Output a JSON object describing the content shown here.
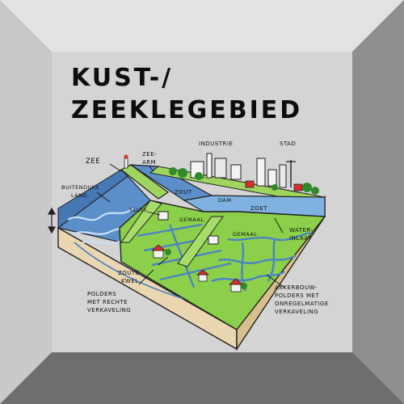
{
  "title": {
    "line1": "KUST-/",
    "line2": "ZEEKLEGEBIED"
  },
  "labels": {
    "zee": "ZEE",
    "zeearm_1": "ZEE-",
    "zeearm_2": "ARM",
    "industrie": "INDUSTRIE",
    "stad": "STAD",
    "buitendijks_1": "BUITENDIJKS",
    "buitendijks_2": "LAND",
    "sluis": "SLUIS",
    "zout": "ZOUT",
    "dam": "DAM",
    "gemaal_1": "GEMAAL",
    "zoet": "ZOET",
    "gemaal_2": "GEMAAL",
    "waterinlaat_1": "WATER-",
    "waterinlaat_2": "INLAAT",
    "zoute_kwel_1": "ZOUTE",
    "zoute_kwel_2": "KWEL",
    "polders_1": "POLDERS",
    "polders_2": "MET RECHTE",
    "polders_3": "VERKAVELING",
    "akkerbouw_1": "AKKERBOUW-",
    "akkerbouw_2": "POLDERS MET",
    "akkerbouw_3": "ONREGELMATIGE",
    "akkerbouw_4": "VERKAVELING"
  },
  "colors": {
    "frame_light": "#e3e3e3",
    "frame_mid": "#bdbdbd",
    "frame_dark": "#7d7d7d",
    "panel": "#d4d4d4",
    "sea": "#5b8fc9",
    "fresh_water": "#7fb2e0",
    "grass": "#8ccf4a",
    "grass_dark": "#6fb23a",
    "soil": "#ead6b0",
    "soil_dark": "#d4b98a",
    "house_roof": "#d9302c",
    "tree": "#2f8a2c"
  }
}
